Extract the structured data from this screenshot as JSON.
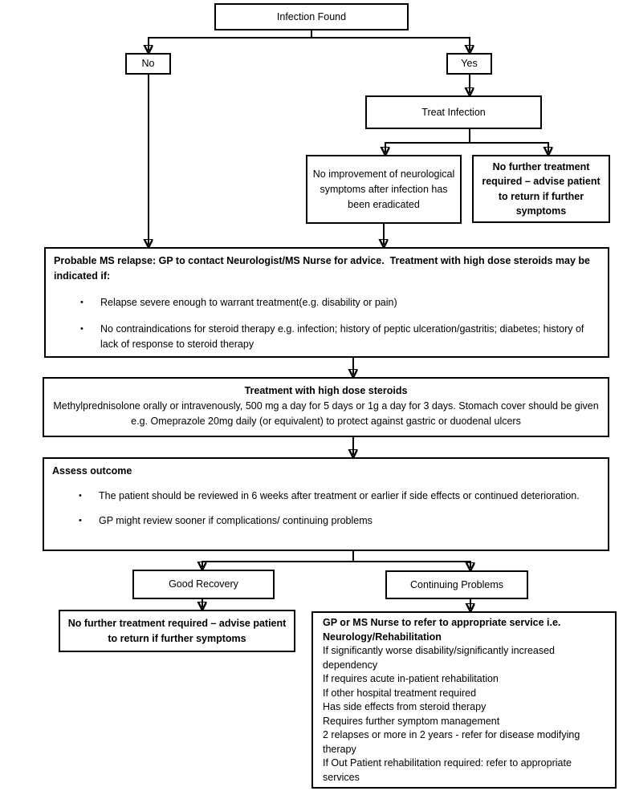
{
  "title": "MS relapse infection pathway flowchart",
  "colors": {
    "border": "#000000",
    "background": "#ffffff",
    "text": "#000000"
  },
  "glyphs": {
    "bullet": "•"
  },
  "nodes": {
    "infection_found": {
      "label": "Infection Found"
    },
    "no": {
      "label": "No"
    },
    "yes": {
      "label": "Yes"
    },
    "treat_infection": {
      "label": "Treat Infection"
    },
    "no_improvement": {
      "label": "No improvement of neurological symptoms after infection has been eradicated"
    },
    "advise_return_top": {
      "label": "No further treatment required – advise patient to return if further symptoms"
    },
    "probable_relapse": {
      "heading": "Probable MS relapse: GP to contact Neurologist/MS Nurse for advice.  Treatment with high dose steroids may be indicated if:",
      "bullets": [
        "Relapse severe enough to warrant treatment(e.g. disability or pain)",
        "No contraindications for steroid therapy e.g. infection; history of peptic ulceration/gastritis; diabetes; history of lack of response to steroid therapy"
      ]
    },
    "treatment_steroids": {
      "heading": "Treatment with high dose steroids",
      "body": "Methylprednisolone orally or intravenously, 500 mg a day for 5 days or 1g a day for 3 days. Stomach cover should be given e.g. Omeprazole 20mg daily (or equivalent) to protect against gastric or duodenal ulcers"
    },
    "assess_outcome": {
      "heading": "Assess outcome",
      "bullets": [
        "The patient should be reviewed in 6 weeks after treatment or earlier if side effects or continued deterioration.",
        "GP might review sooner if complications/ continuing problems"
      ]
    },
    "good_recovery": {
      "label": "Good Recovery"
    },
    "continuing_problems": {
      "label": "Continuing Problems"
    },
    "advise_return_bottom": {
      "label": "No further treatment required – advise patient to return if further symptoms"
    },
    "refer_service": {
      "heading": "GP or MS Nurse to refer to appropriate service i.e. Neurology/Rehabilitation",
      "lines": [
        "If significantly worse disability/significantly increased dependency",
        "If requires acute in-patient rehabilitation",
        "If other hospital treatment required",
        "Has side effects from steroid therapy",
        "Requires further symptom management",
        "2 relapses or more in 2 years - refer for disease modifying therapy",
        "If Out Patient rehabilitation required: refer to appropriate services"
      ]
    }
  }
}
